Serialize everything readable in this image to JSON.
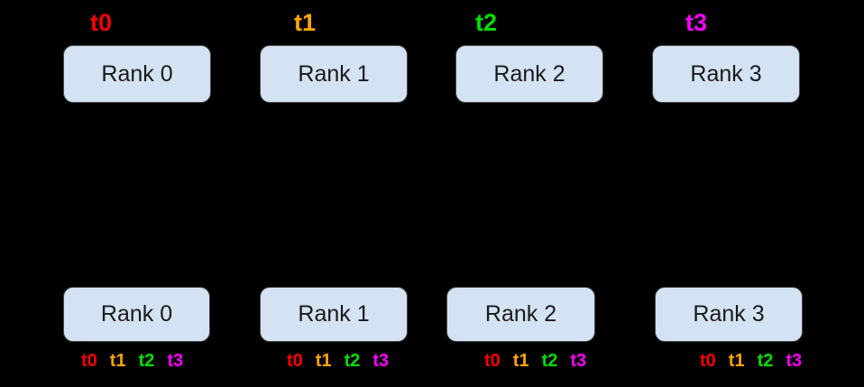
{
  "diagram": {
    "background_color": "#000000",
    "box_fill_color": "#d4e3f3",
    "box_border_color": "#4a4a4a",
    "box_text_color": "#1a1a1a"
  },
  "tick_colors": {
    "t0": "#ff0000",
    "t1": "#ffa500",
    "t2": "#00e000",
    "t3": "#ff00ff"
  },
  "top_row": {
    "tags": [
      {
        "label": "t0",
        "color": "#ff0000"
      },
      {
        "label": "t1",
        "color": "#ffa500"
      },
      {
        "label": "t2",
        "color": "#00e000"
      },
      {
        "label": "t3",
        "color": "#ff00ff"
      }
    ],
    "boxes": [
      {
        "label": "Rank 0"
      },
      {
        "label": "Rank 1"
      },
      {
        "label": "Rank 2"
      },
      {
        "label": "Rank 3"
      }
    ]
  },
  "bottom_row": {
    "boxes": [
      {
        "label": "Rank 0"
      },
      {
        "label": "Rank 1"
      },
      {
        "label": "Rank 2"
      },
      {
        "label": "Rank 3"
      }
    ],
    "tag_groups": [
      {
        "tags": [
          {
            "label": "t0",
            "color": "#ff0000"
          },
          {
            "label": "t1",
            "color": "#ffa500"
          },
          {
            "label": "t2",
            "color": "#00e000"
          },
          {
            "label": "t3",
            "color": "#ff00ff"
          }
        ]
      },
      {
        "tags": [
          {
            "label": "t0",
            "color": "#ff0000"
          },
          {
            "label": "t1",
            "color": "#ffa500"
          },
          {
            "label": "t2",
            "color": "#00e000"
          },
          {
            "label": "t3",
            "color": "#ff00ff"
          }
        ]
      },
      {
        "tags": [
          {
            "label": "t0",
            "color": "#ff0000"
          },
          {
            "label": "t1",
            "color": "#ffa500"
          },
          {
            "label": "t2",
            "color": "#00e000"
          },
          {
            "label": "t3",
            "color": "#ff00ff"
          }
        ]
      },
      {
        "tags": [
          {
            "label": "t0",
            "color": "#ff0000"
          },
          {
            "label": "t1",
            "color": "#ffa500"
          },
          {
            "label": "t2",
            "color": "#00e000"
          },
          {
            "label": "t3",
            "color": "#ff00ff"
          }
        ]
      }
    ]
  }
}
